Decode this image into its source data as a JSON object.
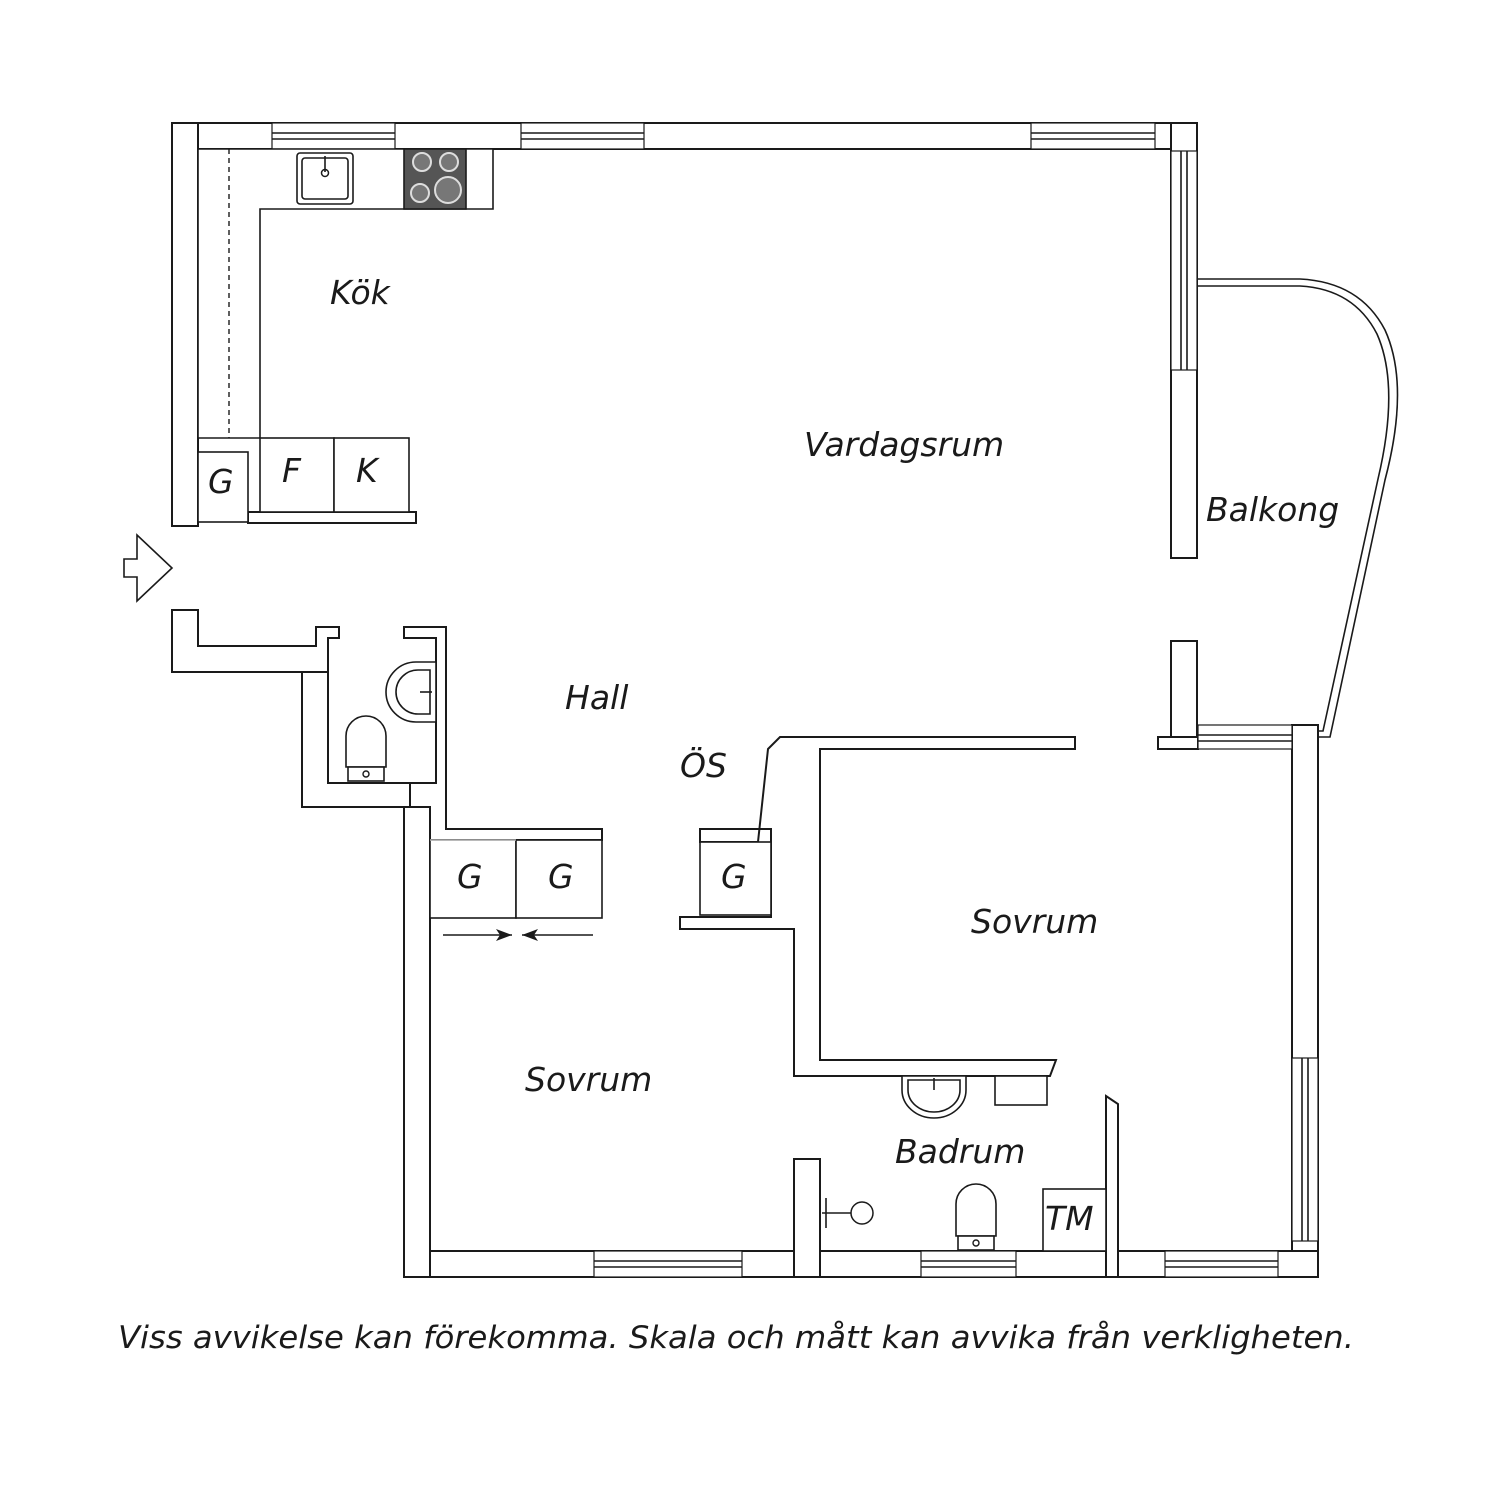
{
  "rooms": {
    "kok": "Kök",
    "vardagsrum": "Vardagsrum",
    "balkong": "Balkong",
    "hall": "Hall",
    "os": "ÖS",
    "sovrum_right": "Sovrum",
    "sovrum_left": "Sovrum",
    "badrum": "Badrum"
  },
  "fixtures": {
    "kitchen_g": "G",
    "kitchen_f": "F",
    "kitchen_k": "K",
    "hall_g1": "G",
    "hall_g2": "G",
    "hall_g3": "G",
    "tm": "TM"
  },
  "disclaimer": "Viss avvikelse kan förekomma. Skala och mått kan avvika från verkligheten."
}
